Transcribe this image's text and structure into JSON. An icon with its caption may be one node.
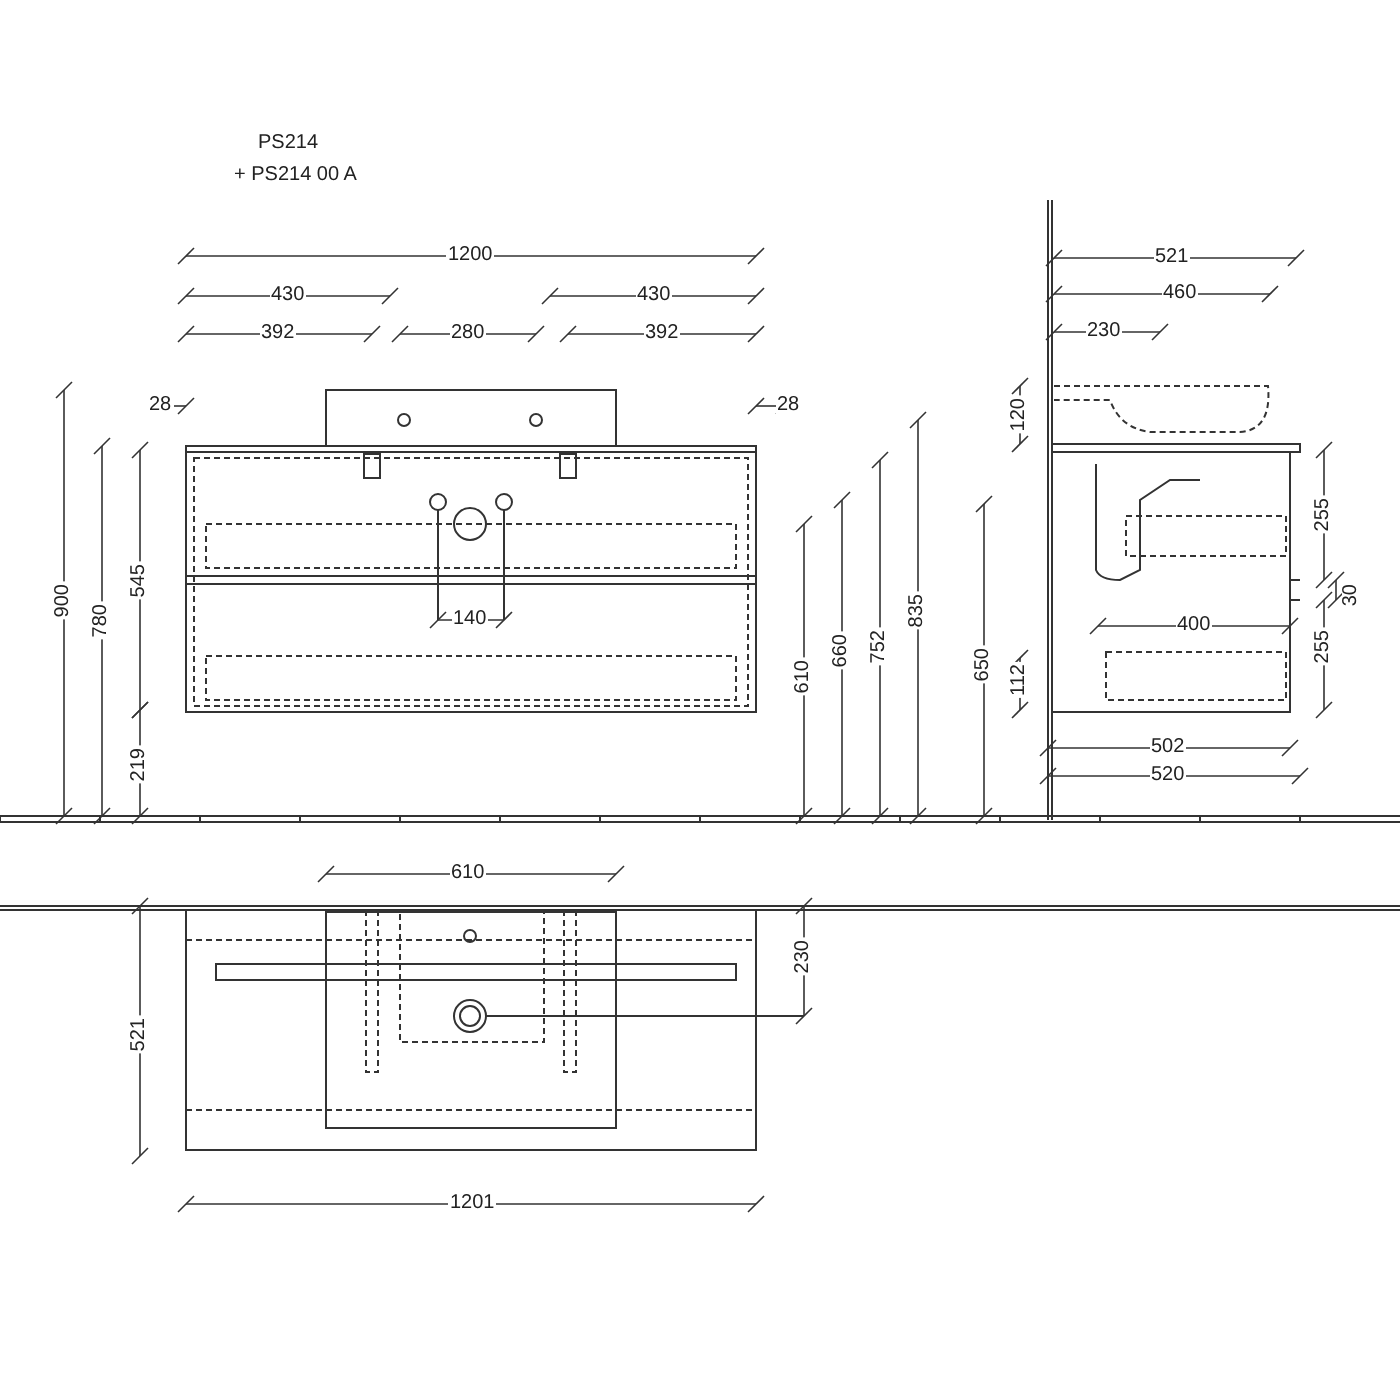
{
  "diagram": {
    "labels": [
      "PS214",
      "+ PS214 00 A",
      "1200",
      "430",
      "430",
      "392",
      "280",
      "392",
      "28",
      "28",
      "900",
      "780",
      "545",
      "140",
      "610",
      "660",
      "752",
      "835",
      "219",
      "521",
      "460",
      "230",
      "120",
      "255",
      "30",
      "255",
      "650",
      "112",
      "400",
      "502",
      "520",
      "610",
      "230",
      "521",
      "1201"
    ]
  }
}
